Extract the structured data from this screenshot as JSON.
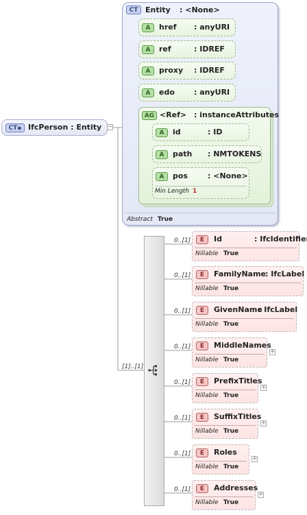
{
  "root": {
    "badge": "CT",
    "label": "IfcPerson : Entity"
  },
  "entity": {
    "badge": "CT",
    "name": "Entity",
    "type": ": <None>",
    "abstract_label": "Abstract",
    "abstract_value": "True",
    "attributes": [
      {
        "badge": "A",
        "name": "href",
        "type": ": anyURI"
      },
      {
        "badge": "A",
        "name": "ref",
        "type": ": IDREF"
      },
      {
        "badge": "A",
        "name": "proxy",
        "type": ": IDREF"
      },
      {
        "badge": "A",
        "name": "edo",
        "type": ": anyURI"
      }
    ],
    "group": {
      "badge": "AG",
      "name": "<Ref>",
      "type": ": instanceAttributes",
      "attributes": [
        {
          "badge": "A",
          "name": "id",
          "type": ": ID"
        },
        {
          "badge": "A",
          "name": "path",
          "type": ": NMTOKENS"
        },
        {
          "badge": "A",
          "name": "pos",
          "type": ": <None>",
          "facet_label": "Min Length",
          "facet_value": "1"
        }
      ]
    }
  },
  "sequence": {
    "occurrence": "[1]..[1]"
  },
  "elements": [
    {
      "badge": "E",
      "name": "Id",
      "type": ": IfcIdentifier",
      "occurrence": "0..[1]",
      "nillable_label": "Nillable",
      "nillable_value": "True"
    },
    {
      "badge": "E",
      "name": "FamilyName",
      "type": ": IfcLabel",
      "occurrence": "0..[1]",
      "nillable_label": "Nillable",
      "nillable_value": "True"
    },
    {
      "badge": "E",
      "name": "GivenName",
      "type": ": IfcLabel",
      "occurrence": "0..[1]",
      "nillable_label": "Nillable",
      "nillable_value": "True"
    },
    {
      "badge": "E",
      "name": "MiddleNames",
      "type": "",
      "occurrence": "0..[1]",
      "nillable_label": "Nillable",
      "nillable_value": "True",
      "expandable": true
    },
    {
      "badge": "E",
      "name": "PrefixTitles",
      "type": "",
      "occurrence": "0..[1]",
      "nillable_label": "Nillable",
      "nillable_value": "True",
      "expandable": true
    },
    {
      "badge": "E",
      "name": "SuffixTitles",
      "type": "",
      "occurrence": "0..[1]",
      "nillable_label": "Nillable",
      "nillable_value": "True",
      "expandable": true
    },
    {
      "badge": "E",
      "name": "Roles",
      "type": "",
      "occurrence": "0..[1]",
      "nillable_label": "Nillable",
      "nillable_value": "True",
      "expandable": true
    },
    {
      "badge": "E",
      "name": "Addresses",
      "type": "",
      "occurrence": "0..[1]",
      "nillable_label": "Nillable",
      "nillable_value": "True",
      "expandable": true
    }
  ]
}
